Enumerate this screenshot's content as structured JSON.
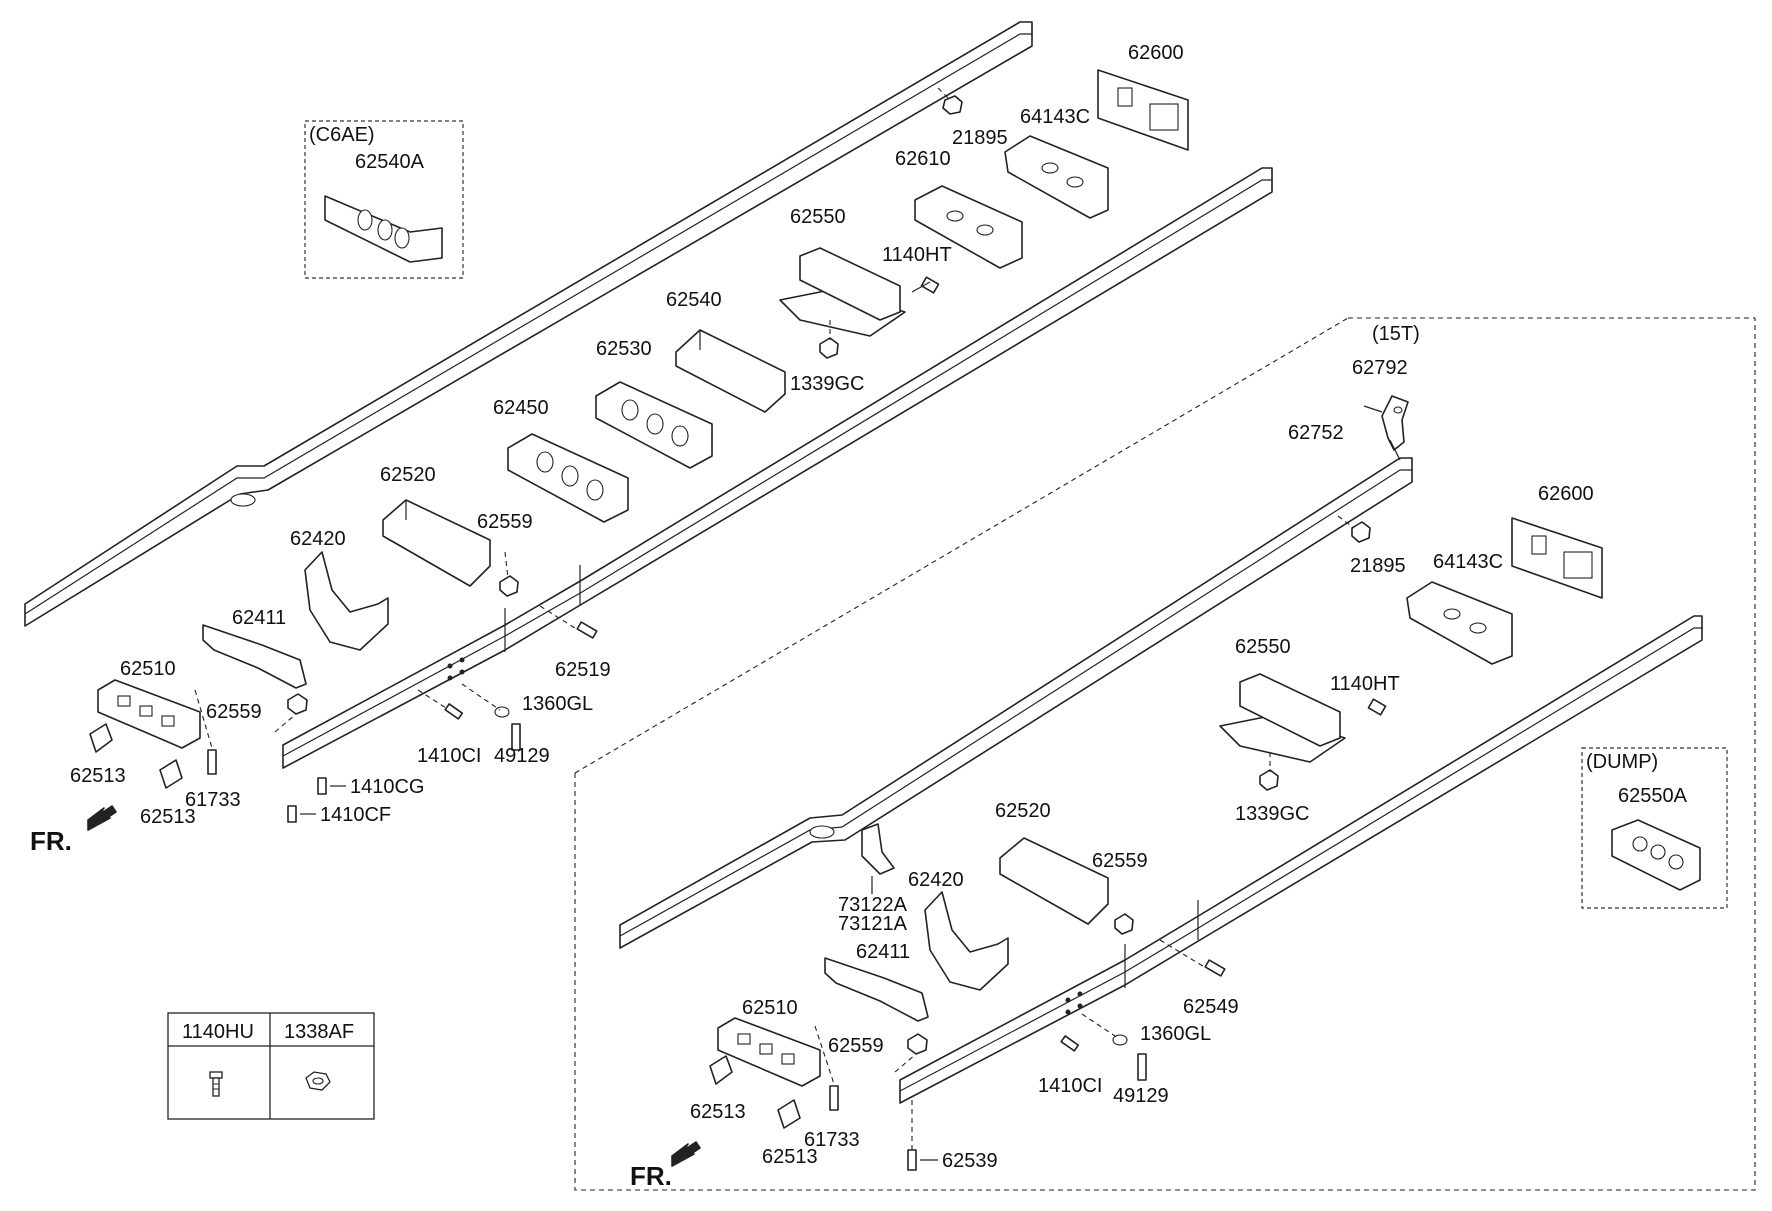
{
  "diagram": {
    "top_group": {
      "c6ae_inset": {
        "caption": "(C6AE)",
        "part": "62540A"
      },
      "labels": {
        "p62600": "62600",
        "p21895": "21895",
        "p64143C": "64143C",
        "p62610": "62610",
        "p62550": "62550",
        "p1140HT": "1140HT",
        "p62540": "62540",
        "p1339GC": "1339GC",
        "p62530": "62530",
        "p62450": "62450",
        "p62520": "62520",
        "p62559a": "62559",
        "p62420": "62420",
        "p62411": "62411",
        "p62519": "62519",
        "p62510": "62510",
        "p62559b": "62559",
        "p1360GL": "1360GL",
        "p1410CI": "1410CI",
        "p49129": "49129",
        "p62513a": "62513",
        "p61733": "61733",
        "p62513b": "62513",
        "p1410CG": "1410CG",
        "p1410CF": "1410CF"
      },
      "front_label": "FR."
    },
    "bottom_group": {
      "caption": "(15T)",
      "dump_inset": {
        "caption": "(DUMP)",
        "part": "62550A"
      },
      "labels": {
        "p62792": "62792",
        "p62752": "62752",
        "p62600": "62600",
        "p21895": "21895",
        "p64143C": "64143C",
        "p62550": "62550",
        "p1140HT": "1140HT",
        "p1339GC": "1339GC",
        "p62520": "62520",
        "p62559a": "62559",
        "p62420": "62420",
        "p73122A": "73122A",
        "p73121A": "73121A",
        "p62411": "62411",
        "p62549": "62549",
        "p62510": "62510",
        "p62559b": "62559",
        "p1360GL": "1360GL",
        "p1410CI": "1410CI",
        "p49129": "49129",
        "p62513a": "62513",
        "p61733": "61733",
        "p62513b": "62513",
        "p62539": "62539"
      },
      "front_label": "FR."
    },
    "legend": {
      "columns": [
        "1140HU",
        "1338AF"
      ],
      "icons": [
        "bolt-icon",
        "nut-icon"
      ]
    }
  }
}
